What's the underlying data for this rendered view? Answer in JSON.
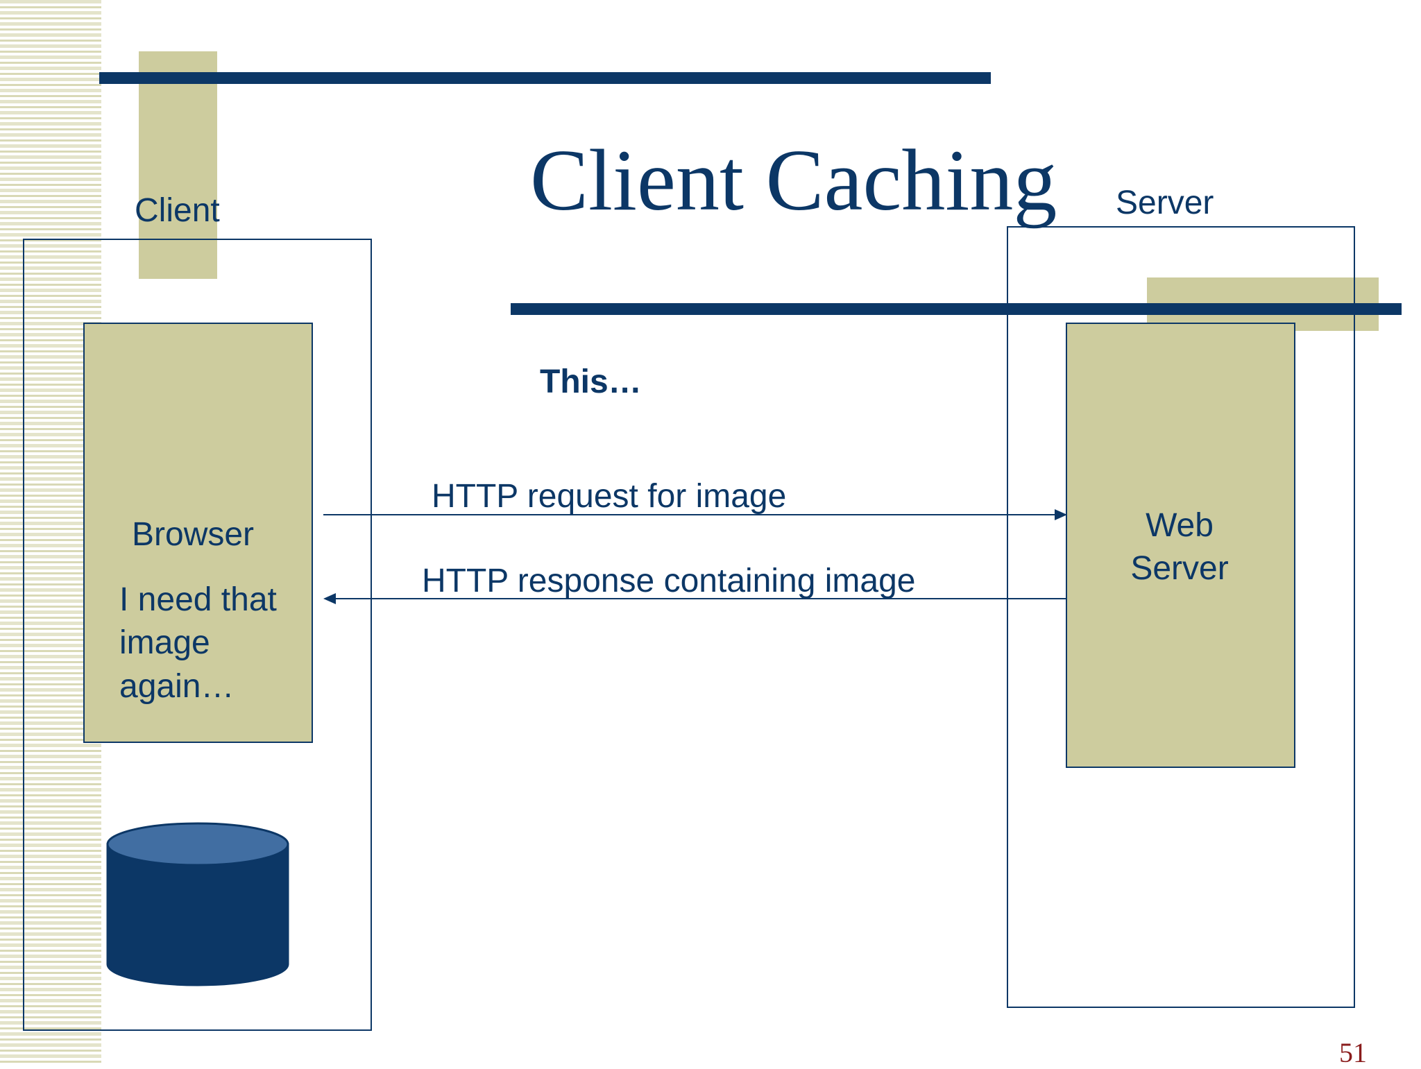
{
  "slide": {
    "title": "Client Caching",
    "subtitle": "This…",
    "page_number": "51"
  },
  "client": {
    "label": "Client",
    "browser_label": "Browser",
    "browser_thought": "I need that image again…"
  },
  "server": {
    "label": "Server",
    "web_server_label": "Web Server"
  },
  "arrows": {
    "request_label": "HTTP request for image",
    "response_label": "HTTP response containing image"
  },
  "colors": {
    "navy": "#0c3766",
    "olive": "#cdcc9e",
    "cylinder_top": "#416ea2",
    "page_number": "#8a1c1c"
  }
}
